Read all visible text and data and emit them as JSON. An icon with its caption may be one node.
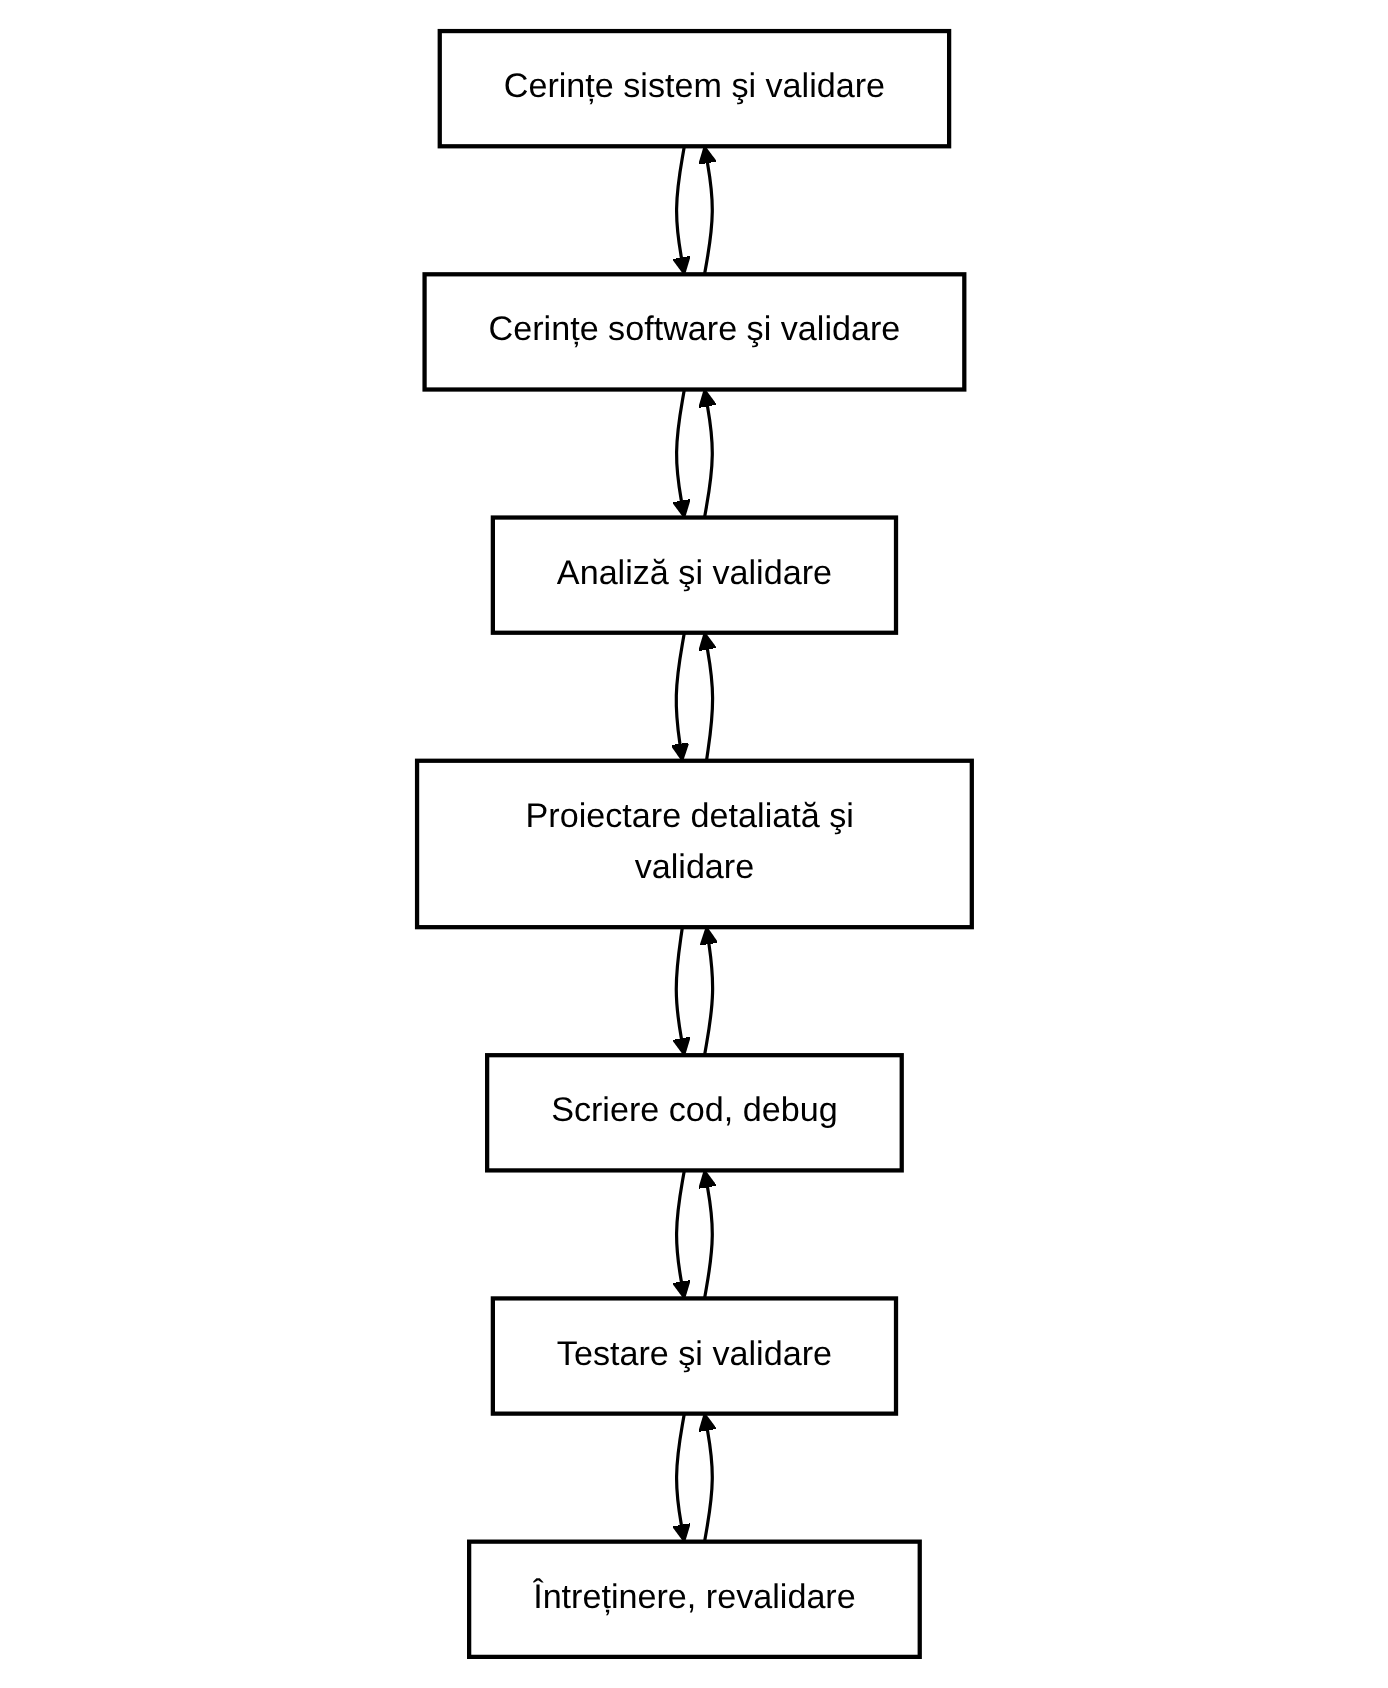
{
  "diagram": {
    "nodes": [
      {
        "text": [
          "Cerințe sistem şi validare"
        ]
      },
      {
        "text": [
          "Cerințe software şi validare"
        ]
      },
      {
        "text": [
          "Analiză şi validare"
        ]
      },
      {
        "text": [
          "Proiectare detaliată şi validare"
        ]
      },
      {
        "text": [
          "Scriere cod, debug"
        ]
      },
      {
        "text": [
          "Testare şi validare"
        ]
      },
      {
        "text": [
          "Întreținere, revalidare"
        ]
      }
    ],
    "edges": [
      {
        "from": 0,
        "to": 1,
        "arrow": "to"
      },
      {
        "from": 1,
        "to": 0,
        "arrow": "to"
      },
      {
        "from": 1,
        "to": 2,
        "arrow": "to"
      },
      {
        "from": 2,
        "to": 1,
        "arrow": "to"
      },
      {
        "from": 2,
        "to": 3,
        "arrow": "to"
      },
      {
        "from": 3,
        "to": 2,
        "arrow": "to"
      },
      {
        "from": 3,
        "to": 4,
        "arrow": "to"
      },
      {
        "from": 4,
        "to": 3,
        "arrow": "to"
      },
      {
        "from": 4,
        "to": 5,
        "arrow": "to"
      },
      {
        "from": 5,
        "to": 4,
        "arrow": "to"
      },
      {
        "from": 5,
        "to": 6,
        "arrow": "to"
      },
      {
        "from": 6,
        "to": 5,
        "arrow": "to"
      }
    ]
  }
}
